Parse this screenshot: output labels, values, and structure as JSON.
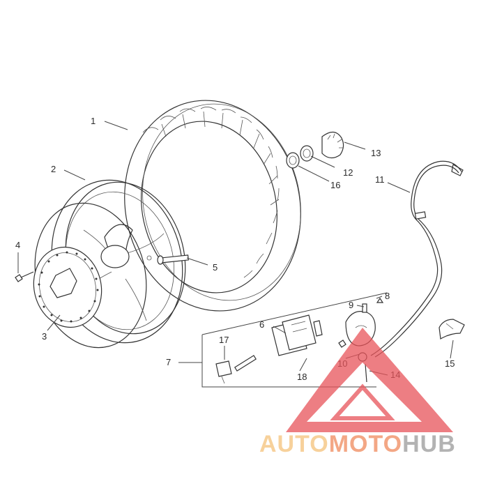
{
  "callouts": {
    "c1": "1",
    "c2": "2",
    "c3": "3",
    "c4": "4",
    "c5": "5",
    "c6": "6",
    "c7": "7",
    "c8": "8",
    "c9": "9",
    "c10": "10",
    "c11": "11",
    "c12": "12",
    "c13": "13",
    "c14": "14",
    "c15": "15",
    "c16": "16",
    "c17": "17",
    "c18": "18"
  },
  "watermark": {
    "part1": "AUTO",
    "part2": "MOTO",
    "part3": "HUB",
    "color_light": "#f5c27a",
    "color_orange": "#f08a5d",
    "color_gray": "#9a9a9a",
    "triangle_color": "#e8545a"
  }
}
